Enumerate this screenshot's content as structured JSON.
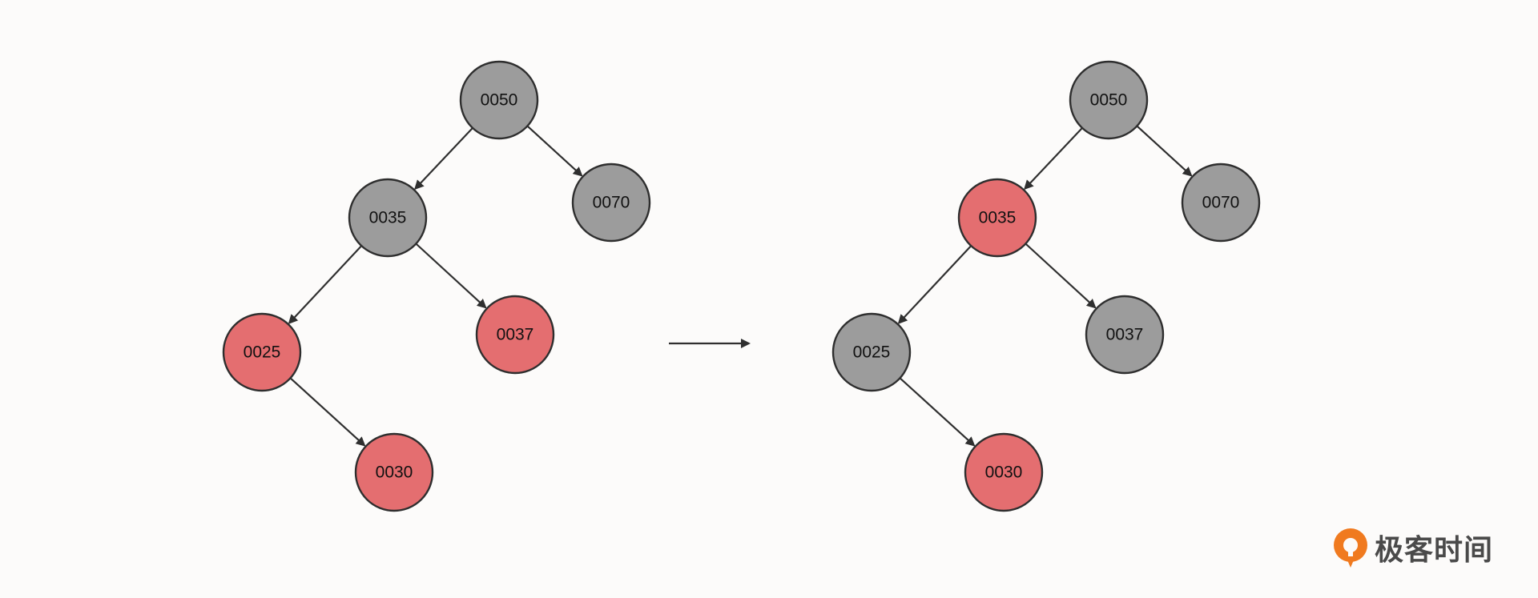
{
  "colors": {
    "black_node": "#9c9c9c",
    "red_node": "#e46e70",
    "edge": "#2f2f2f",
    "logo_orange": "#f07a1f"
  },
  "trees": [
    {
      "name": "before",
      "nodes": [
        {
          "id": "n50",
          "label": "0050",
          "color": "black"
        },
        {
          "id": "n35",
          "label": "0035",
          "color": "black"
        },
        {
          "id": "n70",
          "label": "0070",
          "color": "black"
        },
        {
          "id": "n25",
          "label": "0025",
          "color": "red"
        },
        {
          "id": "n37",
          "label": "0037",
          "color": "red"
        },
        {
          "id": "n30",
          "label": "0030",
          "color": "red"
        }
      ],
      "edges": [
        [
          "n50",
          "n35"
        ],
        [
          "n50",
          "n70"
        ],
        [
          "n35",
          "n25"
        ],
        [
          "n35",
          "n37"
        ],
        [
          "n25",
          "n30"
        ]
      ]
    },
    {
      "name": "after",
      "nodes": [
        {
          "id": "n50",
          "label": "0050",
          "color": "black"
        },
        {
          "id": "n35",
          "label": "0035",
          "color": "red"
        },
        {
          "id": "n70",
          "label": "0070",
          "color": "black"
        },
        {
          "id": "n25",
          "label": "0025",
          "color": "black"
        },
        {
          "id": "n37",
          "label": "0037",
          "color": "black"
        },
        {
          "id": "n30",
          "label": "0030",
          "color": "red"
        }
      ],
      "edges": [
        [
          "n50",
          "n35"
        ],
        [
          "n50",
          "n70"
        ],
        [
          "n35",
          "n25"
        ],
        [
          "n35",
          "n37"
        ],
        [
          "n25",
          "n30"
        ]
      ]
    }
  ],
  "watermark": {
    "text": "极客时间",
    "icon": "geektime-logo-icon"
  }
}
